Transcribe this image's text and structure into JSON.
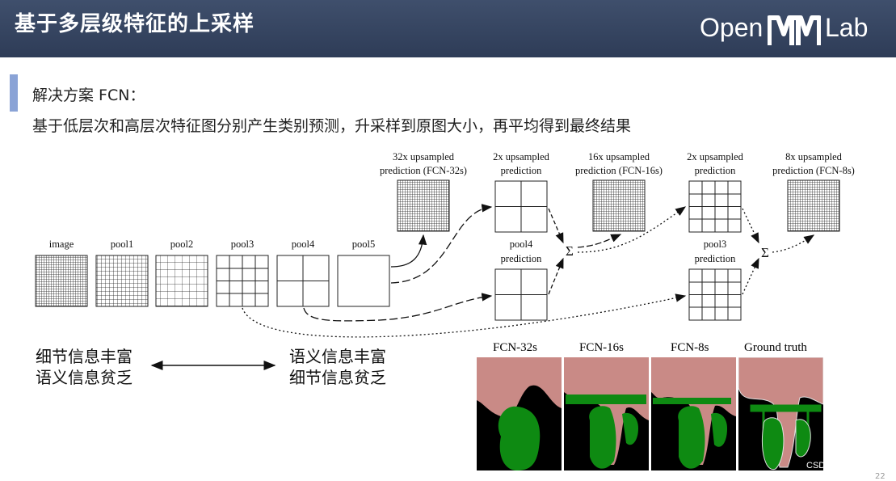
{
  "header": {
    "title": "基于多层级特征的上采样",
    "logo_left": "Open",
    "logo_right": "Lab"
  },
  "content": {
    "line1": "解决方案 FCN：",
    "line2": "基于低层次和高层次特征图分别产生类别预测，升采样到原图大小，再平均得到最终结果"
  },
  "diagram": {
    "inputs": [
      "image",
      "pool1",
      "pool2",
      "pool3",
      "pool4",
      "pool5"
    ],
    "top_labels": [
      [
        "32x upsampled",
        "prediction (FCN-32s)"
      ],
      [
        "2x upsampled",
        "prediction"
      ],
      [
        "16x upsampled",
        "prediction (FCN-16s)"
      ],
      [
        "2x upsampled",
        "prediction"
      ],
      [
        "8x upsampled",
        "prediction (FCN-8s)"
      ]
    ],
    "mid_labels": [
      [
        "pool4",
        "prediction"
      ],
      [
        "pool3",
        "prediction"
      ]
    ],
    "sum_symbol": "Σ"
  },
  "notes": {
    "left": [
      "细节信息丰富",
      "语义信息贫乏"
    ],
    "right": [
      "语义信息丰富",
      "细节信息贫乏"
    ]
  },
  "segmentation": {
    "labels": [
      "FCN-32s",
      "FCN-16s",
      "FCN-8s",
      "Ground truth"
    ],
    "colors": {
      "person": "#c98a86",
      "bike": "#0e8a12",
      "background": "#000000",
      "boundary": "#e0e0e0"
    }
  },
  "watermark": "CSDN @RuojiFW",
  "page_number": "22",
  "colors": {
    "header": "#34425e",
    "accent": "#8aa3d6"
  }
}
